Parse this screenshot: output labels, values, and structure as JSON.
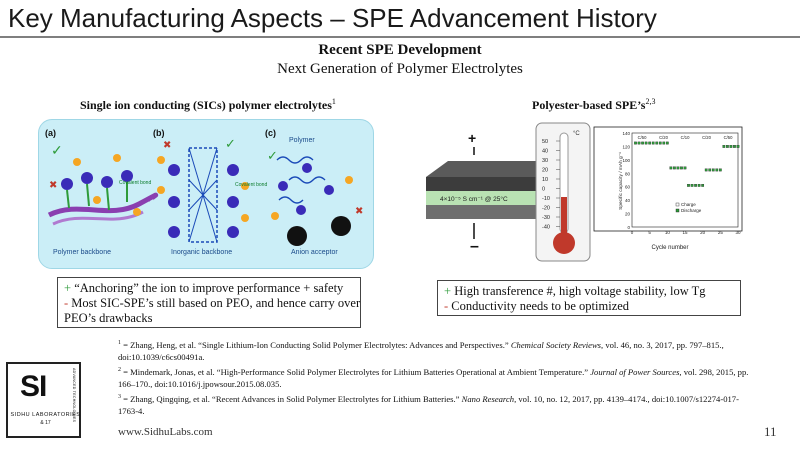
{
  "slide": {
    "title": "Key Manufacturing Aspects – SPE Advancement History",
    "heading": "Recent SPE Development",
    "subheading": "Next Generation of Polymer Electrolytes",
    "page_number": "11",
    "footer_url": "www.SidhuLabs.com"
  },
  "left_panel": {
    "title": "Single ion conducting (SICs) polymer electrolytes",
    "title_sup": "1",
    "figure": {
      "letters": [
        "(a)",
        "(b)",
        "(c)"
      ],
      "labels": [
        "Polymer backbone",
        "Inorganic backbone",
        "Anion acceptor",
        "Polymer",
        "Covalent bond",
        "Covalent bond"
      ]
    },
    "bullets": [
      {
        "sign": "+",
        "text": "“Anchoring” the ion to improve performance + safety"
      },
      {
        "sign": "-",
        "text": "Most SIC-SPE’s still based on PEO, and hence carry over"
      },
      {
        "sign": "",
        "text": "PEO’s drawbacks"
      }
    ]
  },
  "right_panel": {
    "title": "Polyester-based SPE’s",
    "title_sup": "2,3",
    "figure": {
      "cell_label": "4×10⁻⁵ S cm⁻¹ @ 25°C",
      "thermo_unit": "°C",
      "thermo_ticks": [
        "50",
        "40",
        "30",
        "20",
        "10",
        "0",
        "-10",
        "-20",
        "-30",
        "-40"
      ],
      "plot_rates": [
        "C/50",
        "C/20",
        "C/10",
        "C/20",
        "C/50"
      ],
      "plot_ylabel": "Specific capacity / mAh g⁻¹",
      "plot_xlabel": "Cycle number",
      "plot_yticks": [
        "140",
        "120",
        "100",
        "80",
        "60",
        "40",
        "20",
        "0"
      ],
      "plot_xticks": [
        "0",
        "5",
        "10",
        "15",
        "20",
        "25",
        "30"
      ],
      "legend": [
        "Charge",
        "Discharge"
      ]
    },
    "bullets": [
      {
        "sign": "+",
        "text": "High transference #, high voltage stability, low Tg"
      },
      {
        "sign": "-",
        "text": "Conductivity needs to be optimized"
      }
    ]
  },
  "references": {
    "r1_num": "1",
    "r1_a": " = Zhang, Heng, et al. “Single Lithium-Ion Conducting Solid Polymer Electrolytes: Advances and Perspectives.” ",
    "r1_journal": "Chemical Society Reviews",
    "r1_b": ", vol. 46, no. 3, 2017, pp. 797–815., doi:10.1039/c6cs00491a.",
    "r2_num": "2",
    "r2_a": " = Mindemark, Jonas, et al. “High-Performance Solid Polymer Electrolytes for Lithium Batteries Operational at Ambient Temperature.” ",
    "r2_journal": "Journal of Power Sources",
    "r2_b": ", vol. 298, 2015, pp. 166–170., doi:10.1016/j.jpowsour.2015.08.035.",
    "r3_num": "3",
    "r3_a": " = Zhang, Qingqing, et al. “Recent Advances in Solid Polymer Electrolytes for Lithium Batteries.” ",
    "r3_journal": "Nano Research",
    "r3_b": ", vol. 10, no. 12, 2017, pp. 4139–4174., doi:10.1007/s12274-017-1763-4."
  },
  "logo": {
    "mark": "SI",
    "name": "SIDHU LABORATORIES",
    "est": "& 17",
    "vertical": "ADVANCED TECHNOLOGIES"
  },
  "colors": {
    "plus": "#2e9b3a",
    "minus": "#c0392b",
    "figure_bg": "#cbeef7",
    "rule": "#7f7f7f"
  }
}
